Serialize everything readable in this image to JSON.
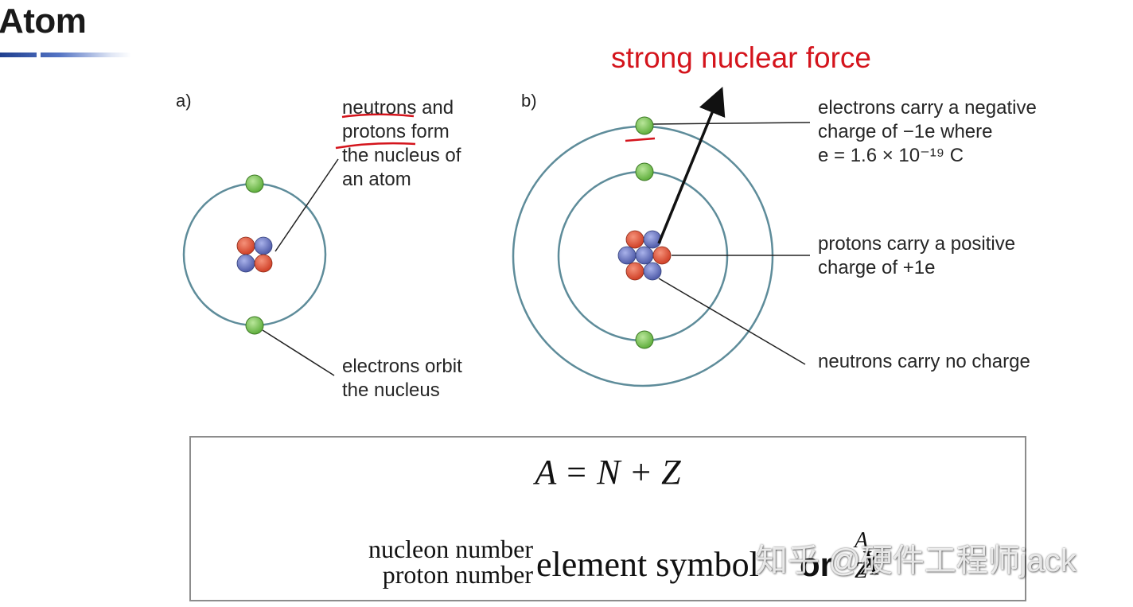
{
  "slide": {
    "title": "Atom"
  },
  "diagram_a": {
    "label": "a)",
    "nucleus_annotation": [
      "neutrons and",
      "protons form",
      "the nucleus of",
      "an atom"
    ],
    "electron_annotation": [
      "electrons orbit",
      "the nucleus"
    ]
  },
  "diagram_b": {
    "label": "b)",
    "force_label": "strong nuclear force",
    "electron_annotation": [
      "electrons carry a negative",
      "charge of −1e where",
      "e = 1.6 × 10⁻¹⁹ C"
    ],
    "proton_annotation": [
      "protons carry a positive",
      "charge of +1e"
    ],
    "neutron_annotation": [
      "neutrons carry no charge"
    ]
  },
  "formula_box": {
    "equation": "A = N + Z",
    "nucleon_label": "nucleon number",
    "proton_label": "proton number",
    "element_label": "element symbol",
    "or_label": "or",
    "symbol": "X",
    "mass_symbol": "A",
    "atomic_symbol": "Z"
  },
  "watermark": {
    "text": "知乎 @硬件工程师jack"
  },
  "colors": {
    "electron": "#7fc45a",
    "proton": "#e4563c",
    "neutron": "#6c78c4",
    "orbit": "#5e8c9a",
    "annotation_red": "#d4141c",
    "title_bar": "#2f56b0"
  }
}
